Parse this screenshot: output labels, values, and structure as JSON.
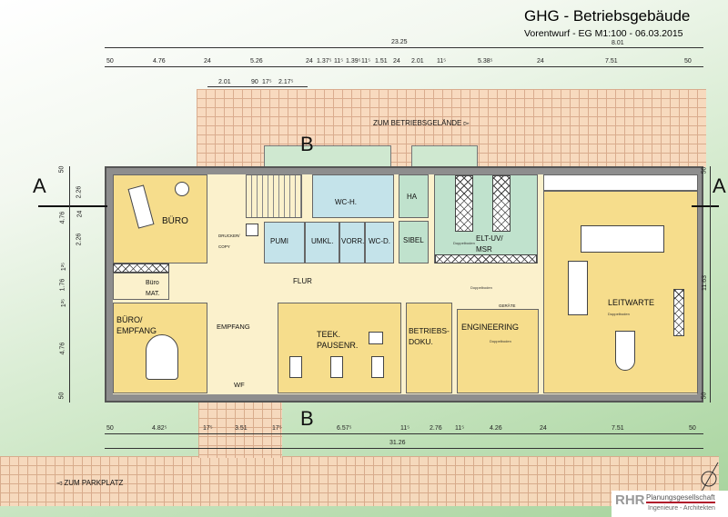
{
  "title": {
    "main": "GHG - Betriebsgebäude",
    "sub": "Vorentwurf - EG  M1:100 - 06.03.2015"
  },
  "signs": {
    "betriebsgelaende": "ZUM BETRIEBSGELÄNDE ▻",
    "parkplatz": "◅ ZUM PARKPLATZ"
  },
  "sections": {
    "a_left": "A",
    "a_right": "A",
    "b_top": "B",
    "b_bottom": "B"
  },
  "rooms": {
    "buero": "BÜRO",
    "buero_mat": "Büro\nMAT.",
    "buero_empfang": "BÜRO/\nEMPFANG",
    "drucker": "DRUCKER/\nCOPY",
    "pumi": "PUMI",
    "umkl": "UMKL.",
    "vorr": "VORR.",
    "wc_h": "WC-H.",
    "wc_d": "WC-D.",
    "ha": "HA",
    "sibel": "SIBEL",
    "elt": "ELT-UV/\nMSR",
    "flur": "FLUR",
    "empfang": "EMPFANG",
    "wf": "WF",
    "teek": "TEEK.\nPAUSENR.",
    "betriebs": "BETRIEBS-\nDOKU.",
    "engineering": "ENGINEERING",
    "geraete": "GERÄTE",
    "leitwarte": "LEITWARTE",
    "doppelboden": "Doppelboden"
  },
  "dims": {
    "top_total": "23.25",
    "top_right": "8.01",
    "top": [
      "50",
      "4.76",
      "24",
      "5.26",
      "24",
      "1.37⁵",
      "11⁵",
      "1.39⁵",
      "11⁵",
      "1.51",
      "24",
      "2.01",
      "11⁵",
      "5.38⁵",
      "24",
      "7.51",
      "50"
    ],
    "top_sub": [
      "2.01",
      "90",
      "17⁵",
      "2.17⁵"
    ],
    "bottom": [
      "50",
      "4.82⁵",
      "17⁵",
      "3.51",
      "17⁵",
      "6.57⁵",
      "11⁵",
      "2.76",
      "11⁵",
      "4.26",
      "24",
      "7.51",
      "50"
    ],
    "bottom_total": "31.26",
    "left": [
      "50",
      "4.76",
      "1²⁵",
      "1.76",
      "1²⁵",
      "4.76",
      "50"
    ],
    "left_sub": [
      "2.26",
      "24",
      "2.26"
    ],
    "right": [
      "50",
      "11.63",
      "50"
    ]
  },
  "logo": {
    "mark": "RHR",
    "name": "Planungsgesellschaft",
    "tagline": "Ingenieure - Architekten"
  }
}
